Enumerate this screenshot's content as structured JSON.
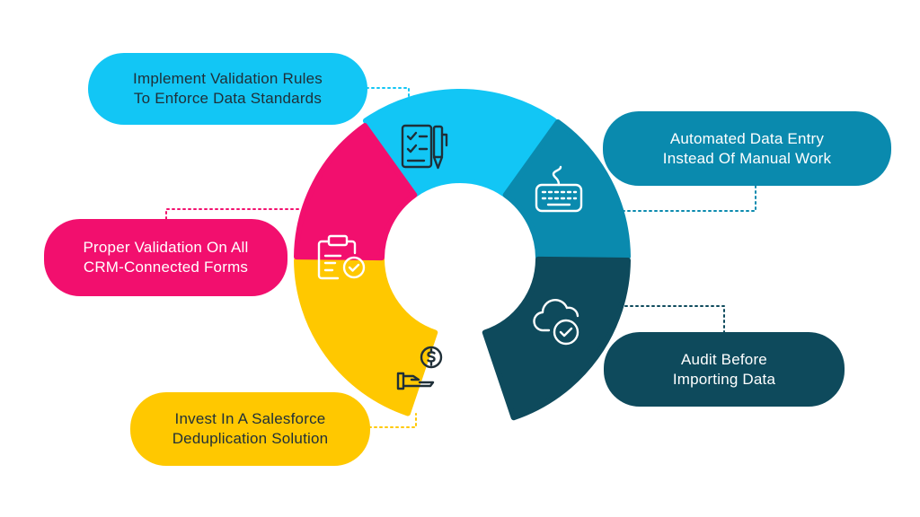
{
  "colors": {
    "cyan": "#12C6F5",
    "teal": "#0A8AAE",
    "navy": "#0E4A5C",
    "yellow": "#FFC800",
    "magenta": "#F20F6E",
    "dark_text": "#1F2F38",
    "white_text": "#FFFFFF"
  },
  "steps": [
    {
      "id": "validation-rules",
      "icon": "checklist-pen-icon",
      "lines": [
        "Implement Validation Rules",
        "To Enforce Data Standards"
      ]
    },
    {
      "id": "automated-entry",
      "icon": "keyboard-icon",
      "lines": [
        "Automated Data Entry",
        "Instead Of Manual Work"
      ]
    },
    {
      "id": "audit",
      "icon": "cloud-check-icon",
      "lines": [
        "Audit Before",
        "Importing Data"
      ]
    },
    {
      "id": "deduplication",
      "icon": "hand-coin-icon",
      "lines": [
        "Invest In A Salesforce",
        "Deduplication Solution"
      ]
    },
    {
      "id": "form-validation",
      "icon": "clipboard-check-icon",
      "lines": [
        "Proper Validation On All",
        "CRM-Connected Forms"
      ]
    }
  ]
}
